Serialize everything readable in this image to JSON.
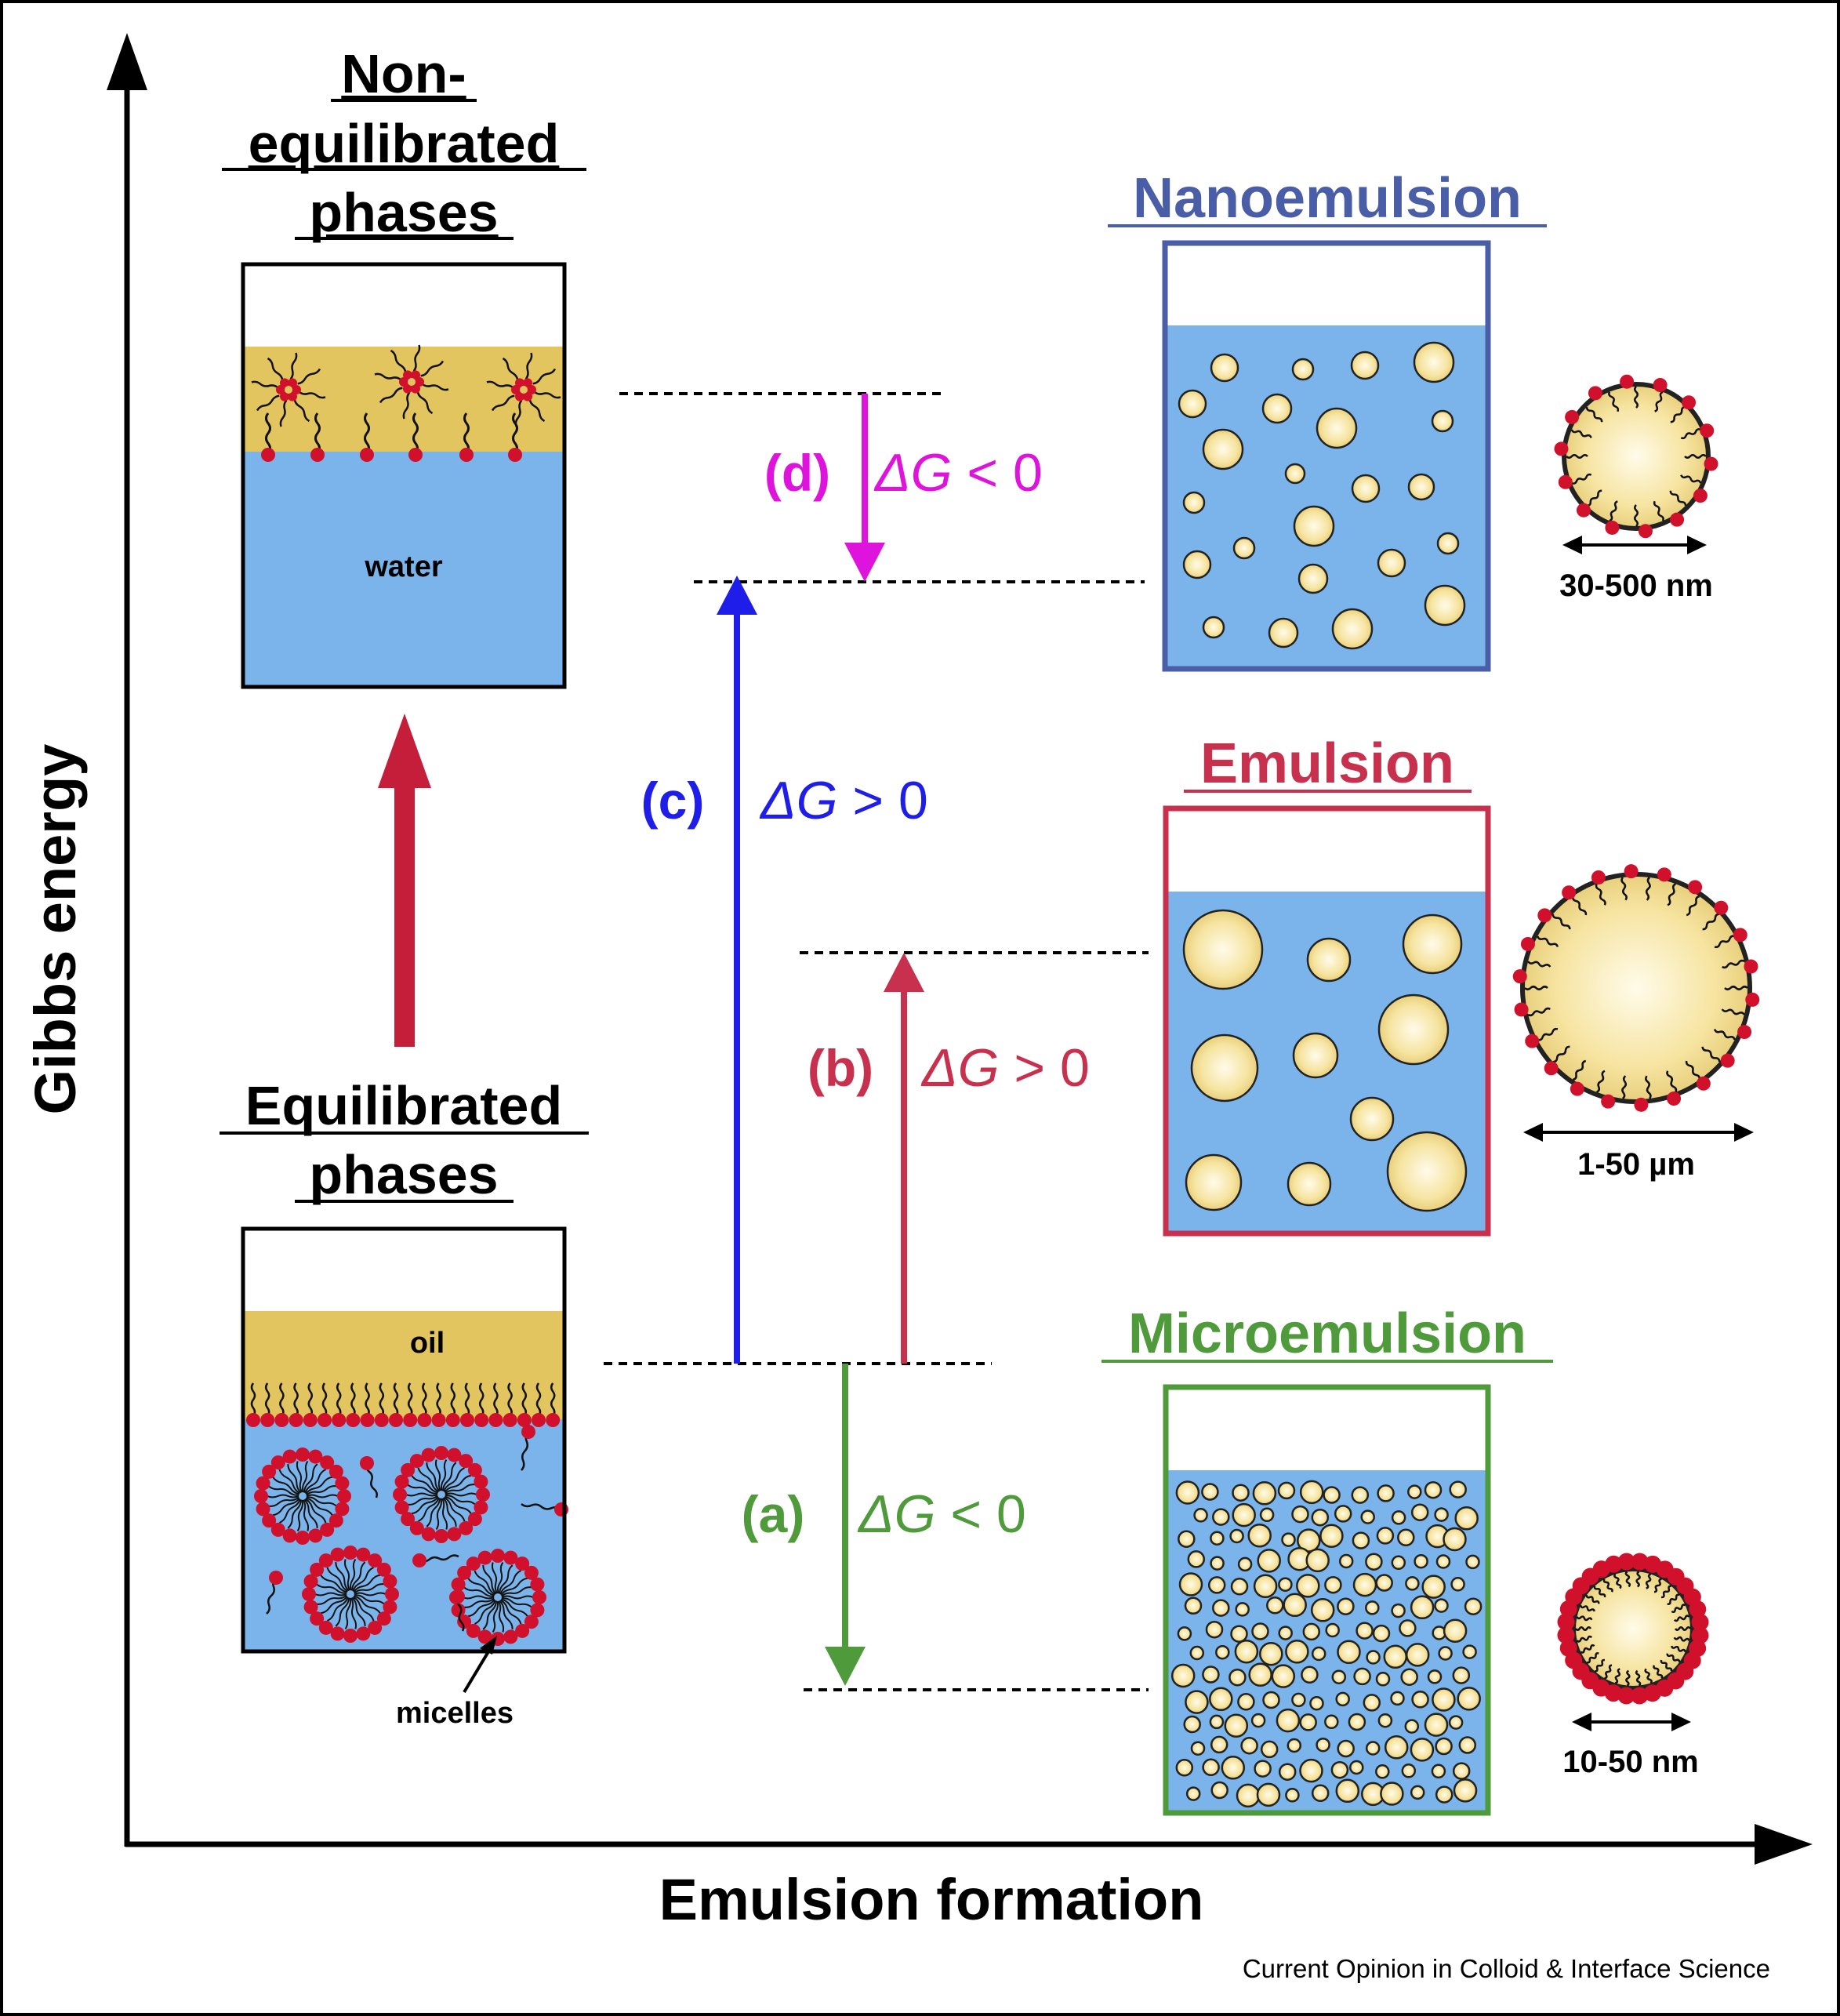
{
  "axes": {
    "y_label": "Gibbs energy",
    "x_label": "Emulsion formation"
  },
  "phases": {
    "non_equilibrated_title": [
      "Non-",
      "equilibrated",
      "phases"
    ],
    "equilibrated_title": [
      "Equilibrated",
      "phases"
    ],
    "water_label": "water",
    "oil_label": "oil",
    "micelles_label": "micelles"
  },
  "systems": {
    "nanoemulsion": {
      "title": "Nanoemulsion",
      "size": "30-500 nm",
      "color": "#4a5ea8"
    },
    "emulsion": {
      "title": "Emulsion",
      "size": "1-50 µm",
      "color": "#c8314e"
    },
    "microemulsion": {
      "title": "Microemulsion",
      "size": "10-50 nm",
      "color": "#4f9a3a"
    }
  },
  "transitions": {
    "a": {
      "tag": "(a)",
      "delta": "ΔG",
      "rest": " < 0",
      "color": "#4f9a3a"
    },
    "b": {
      "tag": "(b)",
      "delta": "ΔG",
      "rest": " > 0",
      "color": "#c8314e"
    },
    "c": {
      "tag": "(c)",
      "delta": "ΔG",
      "rest": " > 0",
      "color": "#1f1ee8"
    },
    "d": {
      "tag": "(d)",
      "delta": "ΔG",
      "rest": " < 0",
      "color": "#de14dc"
    }
  },
  "credit": "Current Opinion in Colloid & Interface Science",
  "colors": {
    "water": "#7ab4ea",
    "oil": "#e2c55e",
    "droplet": "#f6e6a8",
    "head": "#d1102c",
    "big_arrow": "#c41e3a"
  }
}
